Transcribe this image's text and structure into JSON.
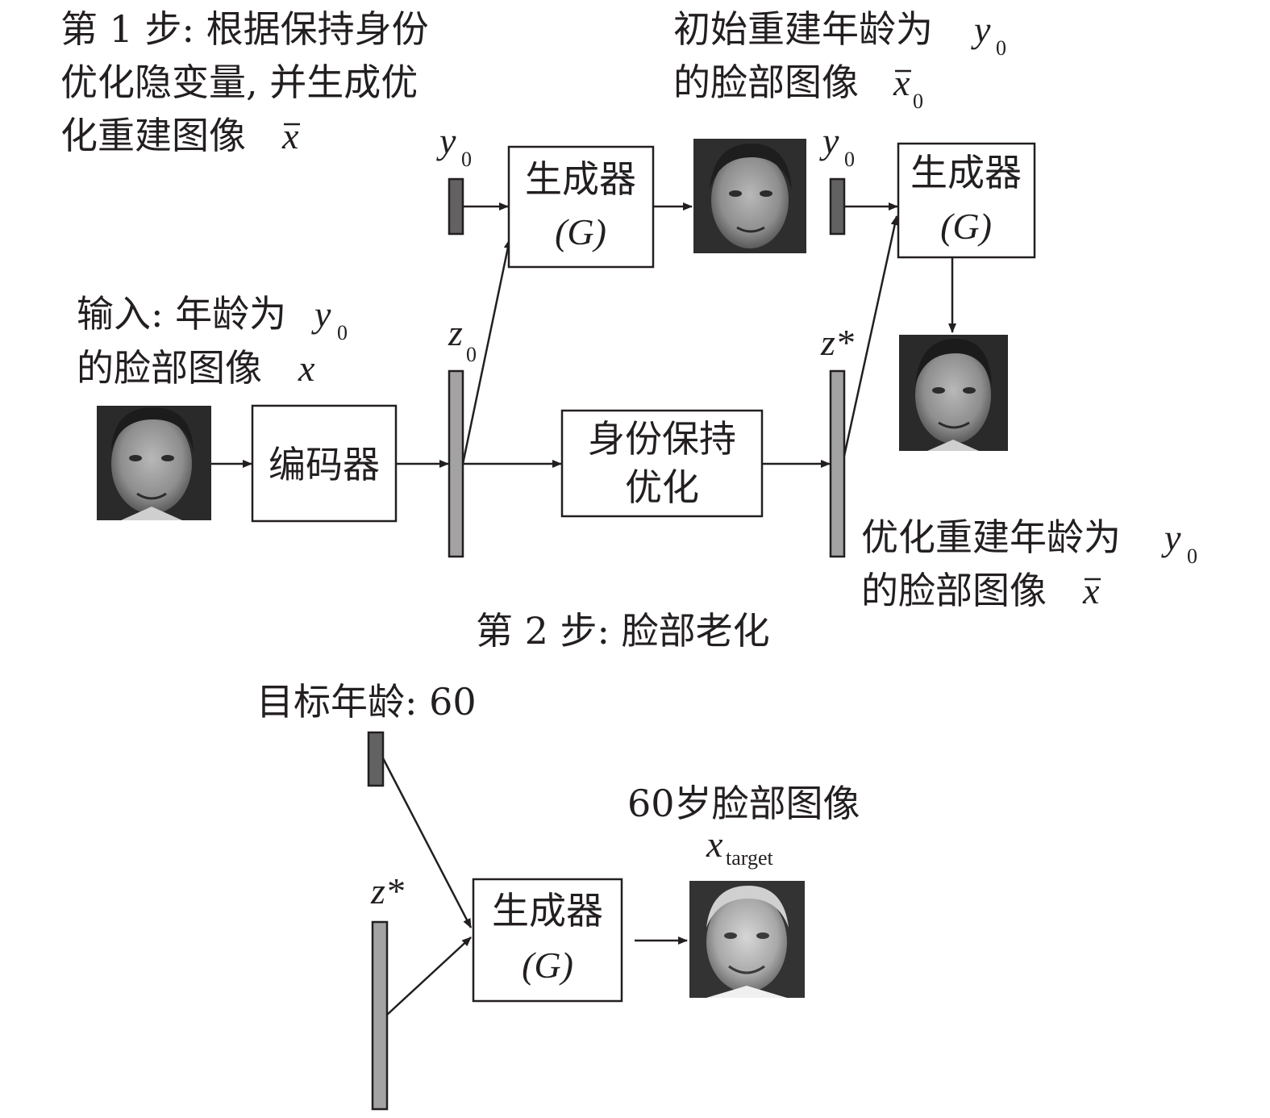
{
  "step1": {
    "label_lines": [
      "第 1 步: 根据保持身份",
      "优化隐变量, 并生成优",
      "化重建图像"
    ],
    "xbar": "x"
  },
  "initial_recon": {
    "label_line1": "初始重建年龄为",
    "label_line2": "的脸部图像",
    "y": "y",
    "x": "x",
    "sub": "0"
  },
  "input": {
    "label_line1": "输入: 年龄为",
    "label_line2": "的脸部图像",
    "y": "y",
    "x": "x",
    "sub": "0"
  },
  "optimized_recon": {
    "label_line1": "优化重建年龄为",
    "label_line2": "的脸部图像",
    "y": "y",
    "x": "x",
    "sub": "0"
  },
  "step2": {
    "label": "第 2 步: 脸部老化"
  },
  "target_age": {
    "label": "目标年龄: 60"
  },
  "aged_output": {
    "label": "60岁脸部图像",
    "x": "x",
    "sub": "target"
  },
  "blocks": {
    "encoder": "编码器",
    "generator": "生成器",
    "generator_symbol": "(G)",
    "identity_opt_line1": "身份保持",
    "identity_opt_line2": "优化"
  },
  "vectors": {
    "y": "y",
    "y_sub": "0",
    "z": "z",
    "z_sub": "0",
    "zstar": "z*"
  },
  "colors": {
    "age_vector": "#626262",
    "latent_vector": "#a3a3a3",
    "stroke": "#231f20"
  },
  "icons": [
    "face-photo-input",
    "face-photo-initial-recon",
    "face-photo-optimized-recon",
    "face-photo-aged"
  ]
}
